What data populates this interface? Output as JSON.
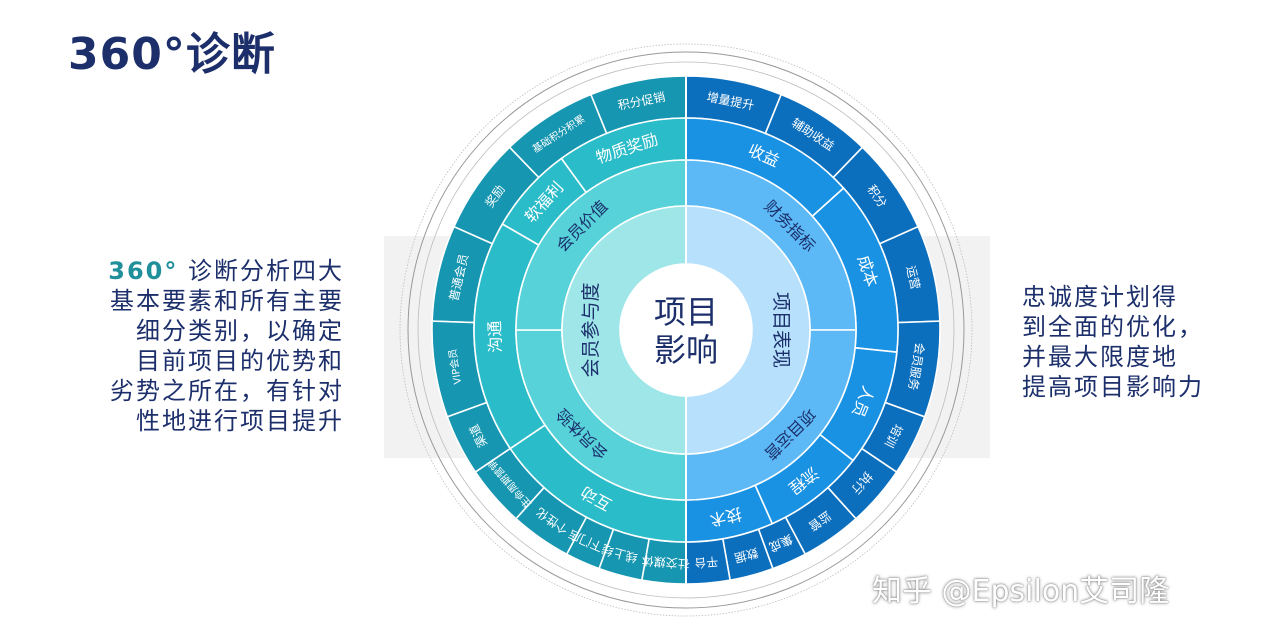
{
  "title": "360°诊断",
  "left_text": {
    "lead": "360°",
    "lines": [
      "诊断分析四大",
      "基本要素和所有主要",
      "细分类别，以确定",
      "目前项目的优势和",
      "劣势之所在，有针对",
      "性地进行项目提升"
    ]
  },
  "right_text": {
    "lines": [
      "忠诚度计划得",
      "到全面的优化，",
      "并最大限度地",
      "提高项目影响力"
    ]
  },
  "center": [
    "项目",
    "影响"
  ],
  "colors": {
    "left_outer": "#1696b0",
    "left_mid": "#2bbcc9",
    "left_inner": "#56d2d8",
    "left_core": "#9ee6e8",
    "right_outer": "#0c6fbd",
    "right_mid": "#1a92e3",
    "right_inner": "#5cb9f5",
    "right_core": "#b6e0fb",
    "title": "#1c2f6b"
  },
  "wheel": {
    "ring1": [
      "会员参与度",
      "项目表现"
    ],
    "ring2": [
      "会员价值",
      "财务指标",
      "项目运营",
      "会员体验"
    ],
    "ring3": [
      "物质奖励",
      "收益",
      "成本",
      "人员",
      "流程",
      "技术",
      "互动",
      "沟通",
      "软福利"
    ],
    "ring4_left": [
      "积分促销",
      "基础积分积累",
      "奖励",
      "普通会员",
      "VIP会员",
      "渠道",
      "生命周期营销",
      "个性化",
      "线下门店",
      "线上",
      "社交媒体"
    ],
    "ring4_right": [
      "增量提升",
      "辅助收益",
      "积分",
      "运营",
      "会员服务",
      "培训",
      "执行",
      "监管",
      "集成",
      "数据",
      "平台"
    ]
  },
  "watermark": "知乎 @Epsilon艾司隆"
}
